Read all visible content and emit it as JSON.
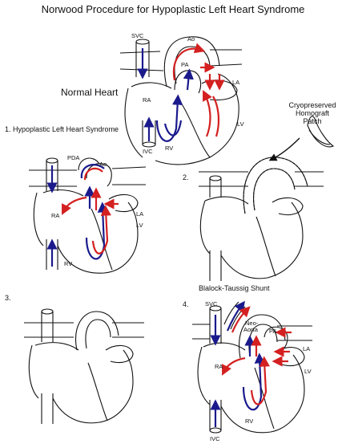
{
  "title": "Norwood Procedure for Hypoplastic Left Heart Syndrome",
  "normal_heart": {
    "caption": "Normal Heart",
    "labels": {
      "svc": "SVC",
      "ao": "Ao",
      "pa": "PA",
      "la": "LA",
      "ra": "RA",
      "lv": "LV",
      "rv": "RV",
      "ivc": "IVC"
    }
  },
  "patch": {
    "line1": "Cryopreserved",
    "line2": "Homograft",
    "line3": "Patch"
  },
  "step1": {
    "caption": "1. Hypoplastic Left Heart Syndrome",
    "labels": {
      "pda": "PDA",
      "ao": "Ao",
      "ra": "RA",
      "la": "LA",
      "lv": "LV",
      "rv": "RV"
    }
  },
  "step2": {
    "caption": "2."
  },
  "step3": {
    "caption": "3."
  },
  "step4": {
    "caption": "4.",
    "shunt": "Blalock-Taussig Shunt",
    "labels": {
      "svc": "SVC",
      "neo1": "Neo-",
      "neo2": "Aorta",
      "pa": "PA",
      "la": "LA",
      "ra": "RA",
      "lv": "LV",
      "rv": "RV",
      "ivc": "IVC"
    }
  },
  "colors": {
    "deoxygenated": "#1a1a8c",
    "oxygenated": "#d42020",
    "outline": "#111111"
  }
}
